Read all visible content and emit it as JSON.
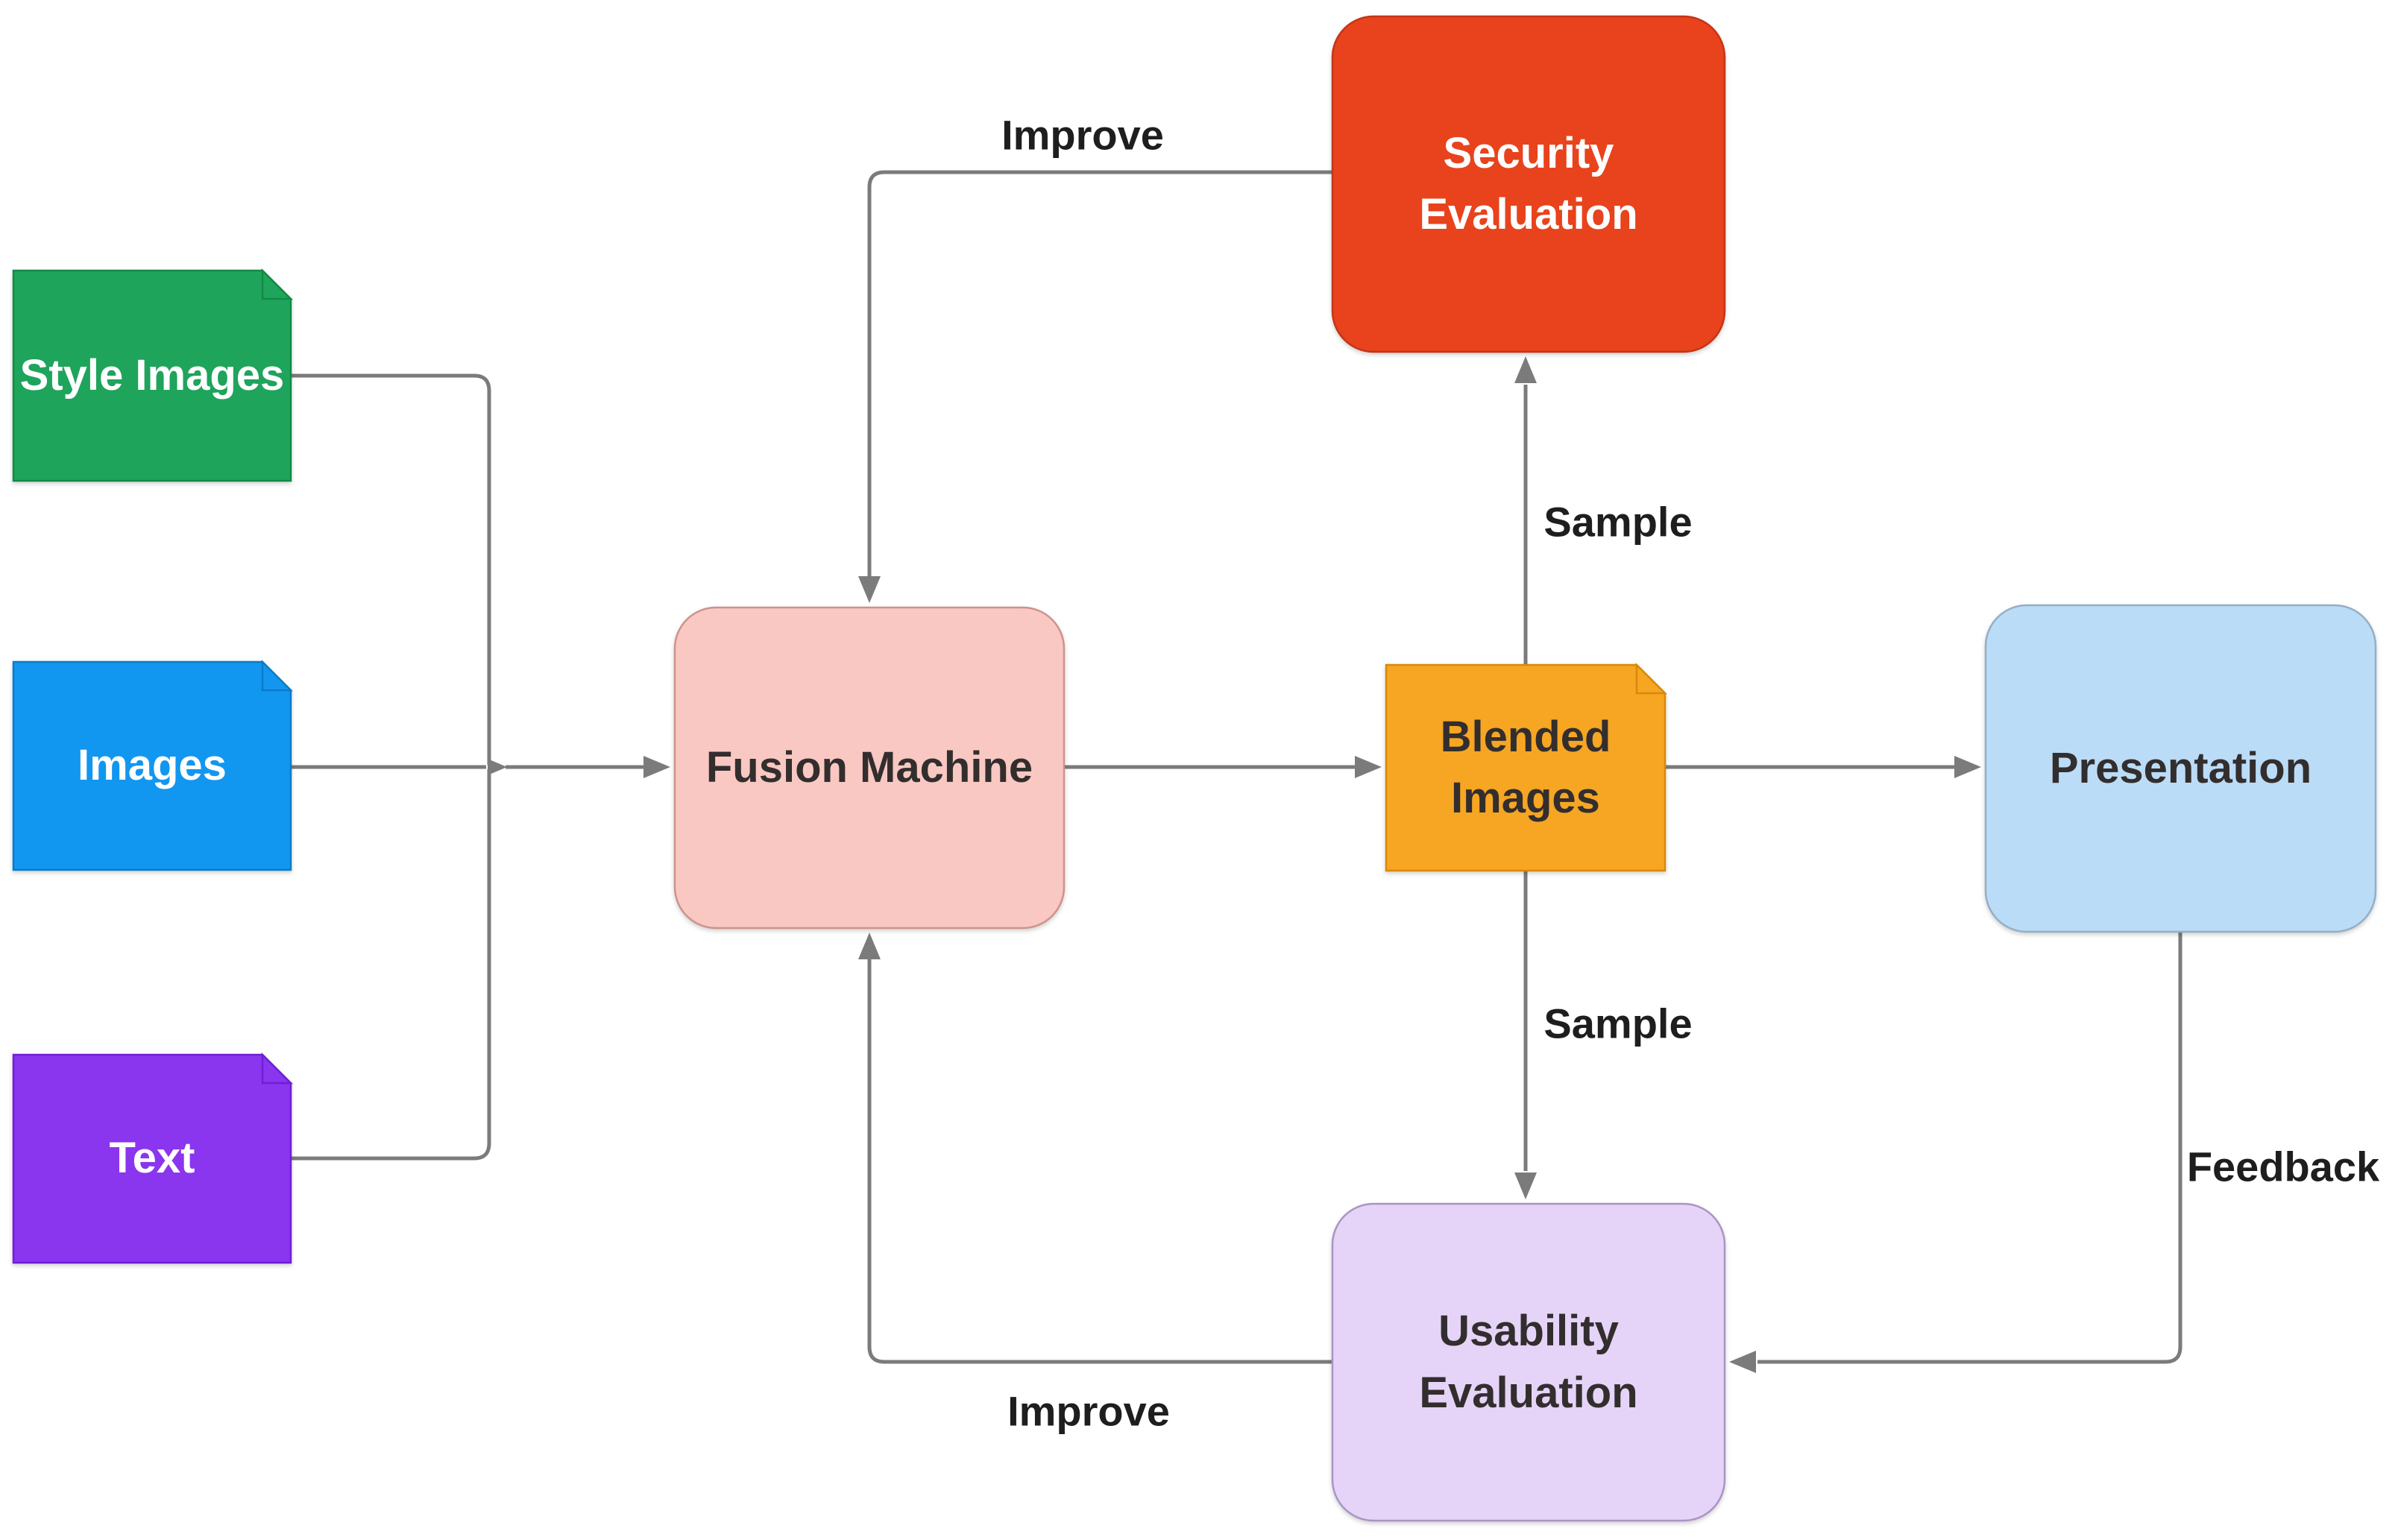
{
  "diagram": {
    "nodes": {
      "style_images": {
        "label": "Style Images",
        "type": "document",
        "fill": "#1FA45C",
        "stroke": "#128A47",
        "text_color": "#ffffff"
      },
      "images": {
        "label": "Images",
        "type": "document",
        "fill": "#1297F0",
        "stroke": "#0B7BC8",
        "text_color": "#ffffff"
      },
      "text": {
        "label": "Text",
        "type": "document",
        "fill": "#8A35EE",
        "stroke": "#6F1ED6",
        "text_color": "#ffffff"
      },
      "fusion_machine": {
        "label": "Fusion Machine",
        "type": "rounded-rect",
        "fill": "#F9C8C2",
        "stroke": "#CE938B",
        "text_color": "#332e2e"
      },
      "security_evaluation": {
        "label": "Security\nEvaluation",
        "type": "rounded-rect",
        "fill": "#E8431C",
        "stroke": "#C43517",
        "text_color": "#ffffff"
      },
      "blended_images": {
        "label": "Blended\nImages",
        "type": "document",
        "fill": "#F6A623",
        "stroke": "#D8890A",
        "text_color": "#332e2e"
      },
      "presentation": {
        "label": "Presentation",
        "type": "rounded-rect",
        "fill": "#BBDCF7",
        "stroke": "#94AFC6",
        "text_color": "#332e2e"
      },
      "usability_evaluation": {
        "label": "Usability\nEvaluation",
        "type": "rounded-rect",
        "fill": "#E5D4F8",
        "stroke": "#A995C4",
        "text_color": "#332e2e"
      }
    },
    "edge_labels": {
      "improve_top": "Improve",
      "sample_top": "Sample",
      "sample_bottom": "Sample",
      "feedback": "Feedback",
      "improve_bottom": "Improve"
    },
    "edges": [
      {
        "from": "Style Images",
        "to": "Fusion Machine",
        "label": ""
      },
      {
        "from": "Images",
        "to": "Fusion Machine",
        "label": ""
      },
      {
        "from": "Text",
        "to": "Fusion Machine",
        "label": ""
      },
      {
        "from": "Fusion Machine",
        "to": "Blended Images",
        "label": ""
      },
      {
        "from": "Blended Images",
        "to": "Presentation",
        "label": ""
      },
      {
        "from": "Blended Images",
        "to": "Security Evaluation",
        "label": "Sample"
      },
      {
        "from": "Blended Images",
        "to": "Usability Evaluation",
        "label": "Sample"
      },
      {
        "from": "Security Evaluation",
        "to": "Fusion Machine",
        "label": "Improve"
      },
      {
        "from": "Usability Evaluation",
        "to": "Fusion Machine",
        "label": "Improve"
      },
      {
        "from": "Presentation",
        "to": "Usability Evaluation",
        "label": "Feedback"
      }
    ],
    "colors": {
      "connector": "#7B7B7B",
      "edge_label_text": "#1e1e1e",
      "background": "#ffffff"
    }
  }
}
